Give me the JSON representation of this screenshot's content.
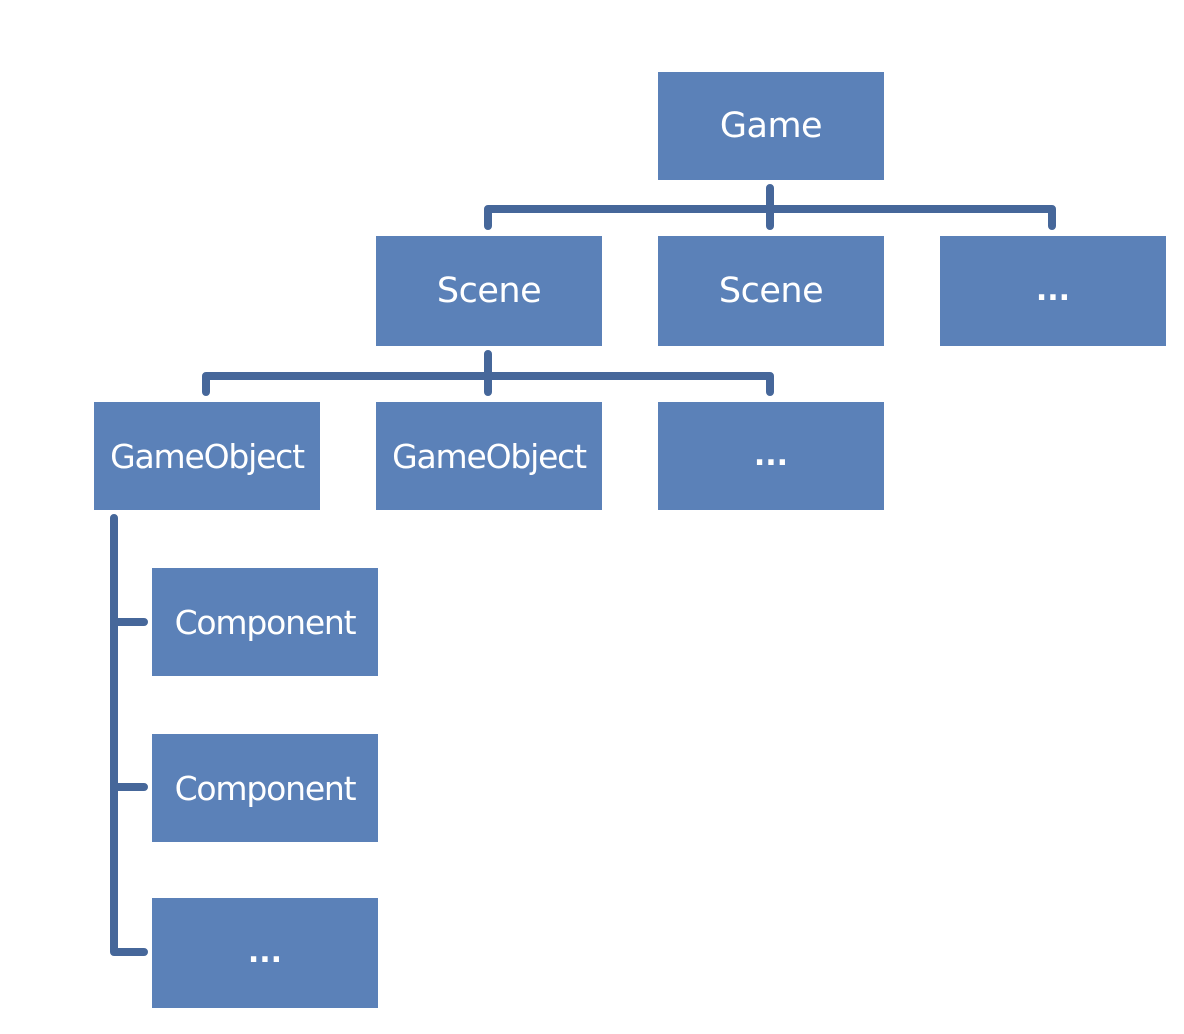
{
  "diagram": {
    "root": {
      "label": "Game",
      "children": [
        {
          "label": "Scene",
          "children": [
            {
              "label": "GameObject",
              "children": [
                {
                  "label": "Component"
                },
                {
                  "label": "Component"
                },
                {
                  "label": "..."
                }
              ]
            },
            {
              "label": "GameObject"
            },
            {
              "label": "..."
            }
          ]
        },
        {
          "label": "Scene"
        },
        {
          "label": "..."
        }
      ]
    },
    "colors": {
      "node_fill": "#5b81b8",
      "connector": "#46679a",
      "text": "#ffffff"
    }
  }
}
